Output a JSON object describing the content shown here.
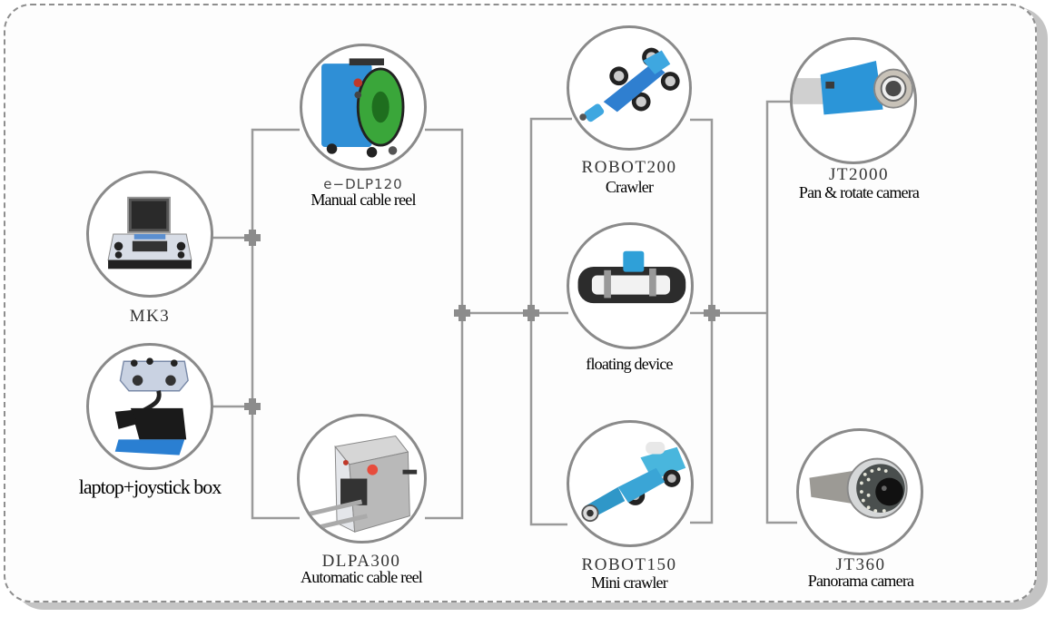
{
  "diagram": {
    "type": "system-configuration",
    "colors": {
      "line": "#9a9a9a",
      "junction": "#8c8c8c",
      "circle_border": "#8a8a8a",
      "frame_border": "#8e8e8e",
      "shadow": "#c4c4c4",
      "product_blue": "#2f8fd6"
    },
    "controllers": [
      {
        "id": "mk3",
        "model": "MK3",
        "description": "",
        "icon": "control-unit-icon"
      },
      {
        "id": "laptop-joystick",
        "model": "",
        "description": "laptop+joystick box",
        "icon": "laptop-joystick-icon"
      }
    ],
    "cable_reels": [
      {
        "id": "e-dlp120",
        "model": "e−DLP120",
        "description": "Manual cable reel",
        "icon": "manual-cable-reel-icon"
      },
      {
        "id": "dlpa300",
        "model": "DLPA300",
        "description": "Automatic cable reel",
        "icon": "automatic-cable-reel-icon"
      }
    ],
    "carriers": [
      {
        "id": "robot200",
        "model": "ROBOT200",
        "description": "Crawler",
        "icon": "crawler-icon"
      },
      {
        "id": "floating",
        "model": "",
        "description": "floating device",
        "icon": "floating-device-icon"
      },
      {
        "id": "robot150",
        "model": "ROBOT150",
        "description": "Mini crawler",
        "icon": "mini-crawler-icon"
      }
    ],
    "cameras": [
      {
        "id": "jt2000",
        "model": "JT2000",
        "description": "Pan & rotate camera",
        "icon": "pan-rotate-camera-icon"
      },
      {
        "id": "jt360",
        "model": "JT360",
        "description": "Panorama camera",
        "icon": "panorama-camera-icon"
      }
    ],
    "edges": [
      [
        "controllers",
        "cable_reels"
      ],
      [
        "cable_reels",
        "carriers"
      ],
      [
        "carriers",
        "cameras"
      ]
    ]
  }
}
